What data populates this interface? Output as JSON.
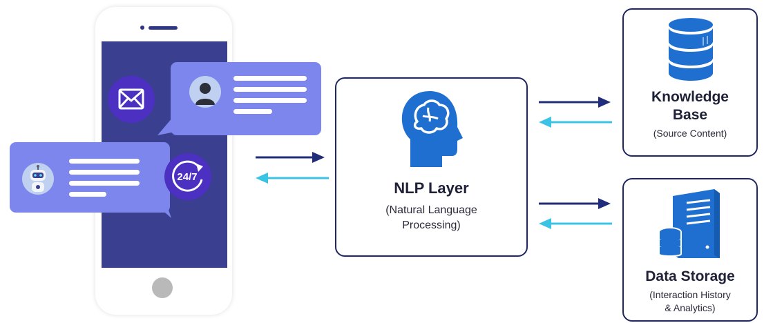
{
  "nlp": {
    "title": "NLP Layer",
    "subtitle_line1": "(Natural Language",
    "subtitle_line2": "Processing)"
  },
  "knowledge_base": {
    "title_line1": "Knowledge",
    "title_line2": "Base",
    "subtitle": "(Source Content)"
  },
  "data_storage": {
    "title": "Data Storage",
    "subtitle_line1": "(Interaction History",
    "subtitle_line2": "& Analytics)"
  },
  "clock_badge": {
    "text": "24/7"
  },
  "colors": {
    "phone_screen": "#3a3f8f",
    "bubble": "#7c86ec",
    "feature_circle": "#4c30c2",
    "icon_blue": "#1e6fd0",
    "arrow_forward": "#1f2d7a",
    "arrow_return": "#3bc3e6",
    "box_border": "#1f2660"
  },
  "icons": [
    "mail-icon",
    "user-avatar-icon",
    "robot-avatar-icon",
    "clock-24-7-icon",
    "brain-head-icon",
    "database-icon",
    "server-icon"
  ]
}
